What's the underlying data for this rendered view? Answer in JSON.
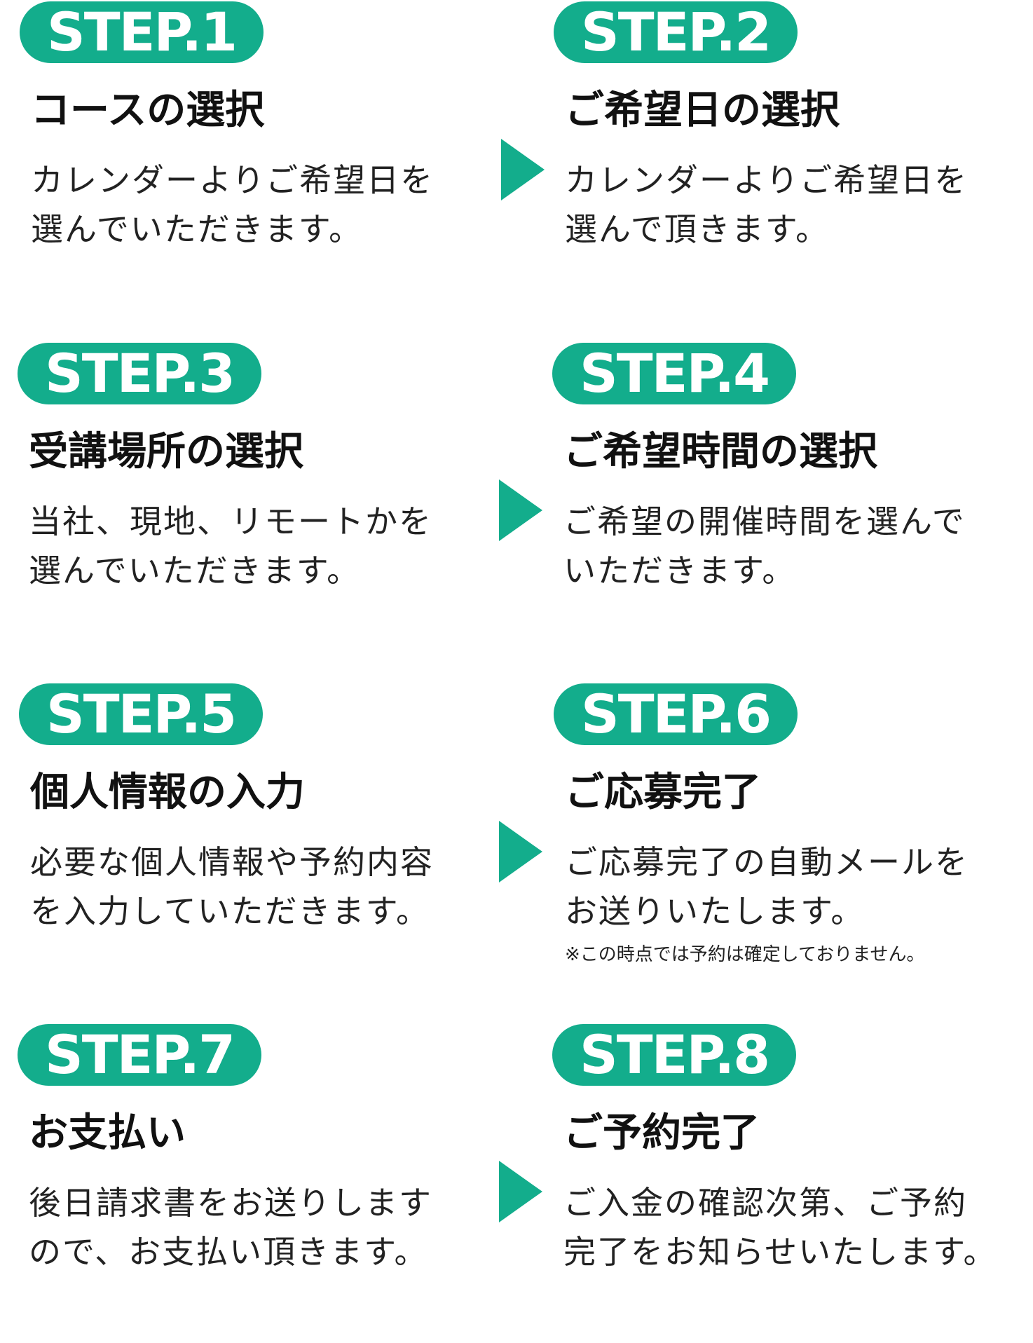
{
  "colors": {
    "accent": "#13ad8c",
    "text": "#111111",
    "background": "#ffffff"
  },
  "steps": [
    {
      "badge": "STEP.1",
      "title": "コースの選択",
      "desc_line1": "カレンダーよりご希望日を",
      "desc_line2": "選んでいただきます。",
      "note": ""
    },
    {
      "badge": "STEP.2",
      "title": "ご希望日の選択",
      "desc_line1": "カレンダーよりご希望日を",
      "desc_line2": "選んで頂きます。",
      "note": ""
    },
    {
      "badge": "STEP.3",
      "title": "受講場所の選択",
      "desc_line1": "当社、現地、リモートかを",
      "desc_line2": "選んでいただきます。",
      "note": ""
    },
    {
      "badge": "STEP.4",
      "title": "ご希望時間の選択",
      "desc_line1": "ご希望の開催時間を選んで",
      "desc_line2": "いただきます。",
      "note": ""
    },
    {
      "badge": "STEP.5",
      "title": "個人情報の入力",
      "desc_line1": "必要な個人情報や予約内容",
      "desc_line2": "を入力していただきます。",
      "note": ""
    },
    {
      "badge": "STEP.6",
      "title": "ご応募完了",
      "desc_line1": "ご応募完了の自動メールを",
      "desc_line2": "お送りいたします。",
      "note": "※この時点では予約は確定しておりません。"
    },
    {
      "badge": "STEP.7",
      "title": "お支払い",
      "desc_line1": "後日請求書をお送りします",
      "desc_line2": "ので、お支払い頂きます。",
      "note": ""
    },
    {
      "badge": "STEP.8",
      "title": "ご予約完了",
      "desc_line1": "ご入金の確認次第、ご予約",
      "desc_line2": "完了をお知らせいたします。",
      "note": ""
    }
  ]
}
